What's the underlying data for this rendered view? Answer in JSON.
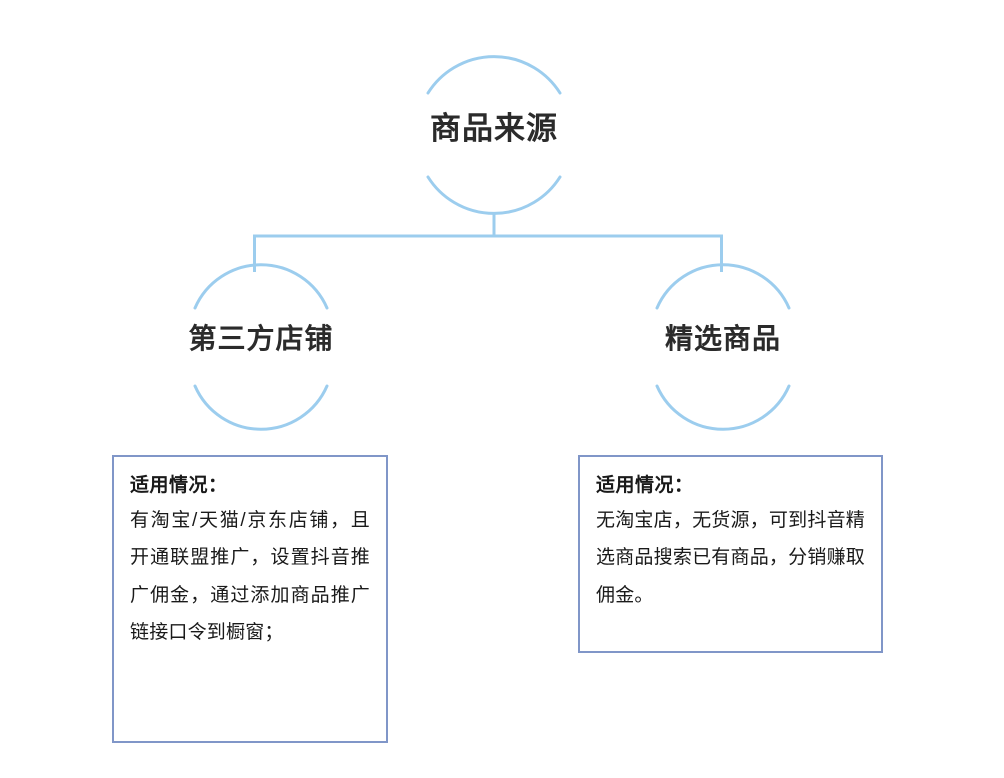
{
  "diagram": {
    "type": "tree",
    "root": {
      "label": "商品来源"
    },
    "branches": [
      {
        "label": "第三方店铺",
        "box": {
          "heading": "适用情况：",
          "body": "有淘宝/天猫/京东店铺，且开通联盟推广，设置抖音推广佣金，通过添加商品推广链接口令到橱窗；"
        }
      },
      {
        "label": "精选商品",
        "box": {
          "heading": "适用情况：",
          "body": "无淘宝店，无货源，可到抖音精选商品搜索已有商品，分销赚取佣金。"
        }
      }
    ],
    "colors": {
      "arc": "#9ccdee",
      "connector": "#9ccdee",
      "box_border": "#8096c8",
      "text": "#2b2b2b",
      "background": "#ffffff"
    }
  }
}
